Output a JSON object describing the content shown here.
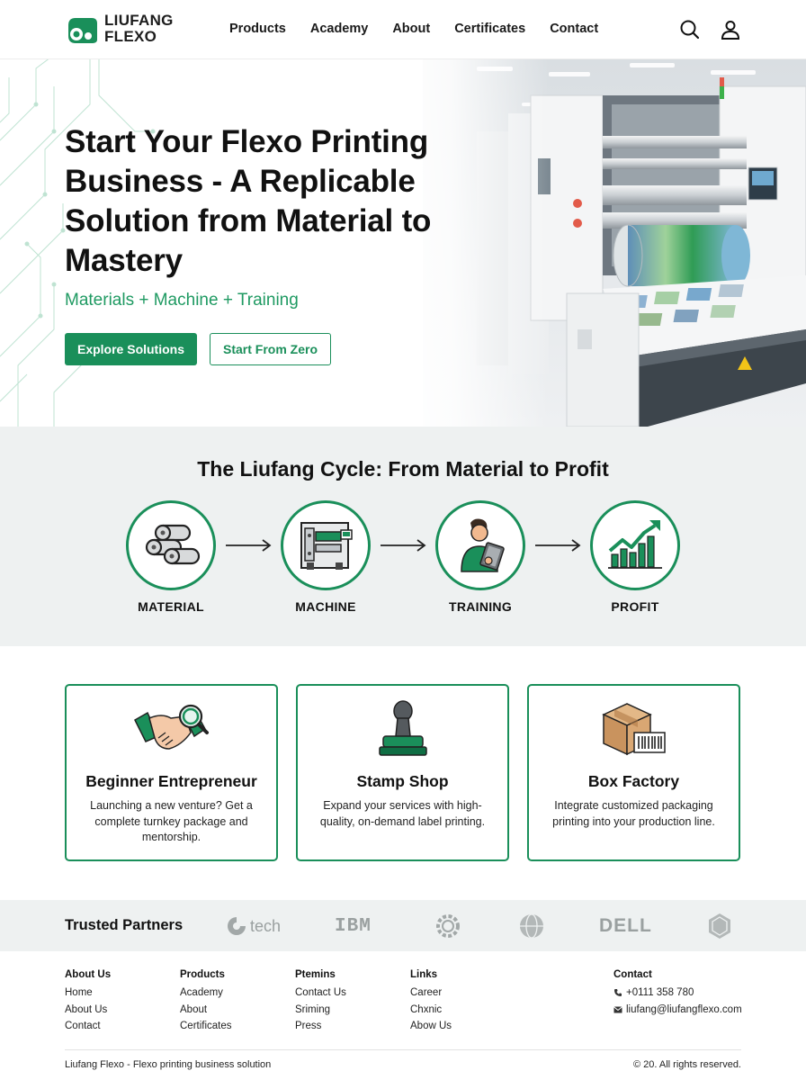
{
  "header": {
    "logo_line1": "LIUFANG",
    "logo_line2": "FLEXO",
    "nav": [
      "Products",
      "Academy",
      "About",
      "Certificates",
      "Contact"
    ],
    "icons": [
      "search-icon",
      "user-icon"
    ]
  },
  "hero": {
    "title": "Start Your Flexo Printing Business - A Replicable Solution from Material to Mastery",
    "subtitle": "Materials + Machine + Training",
    "primary_button": "Explore Solutions",
    "secondary_button": "Start From Zero"
  },
  "cycle": {
    "title": "The Liufang Cycle: From Material to Profit",
    "steps": [
      {
        "label": "MATERIAL",
        "icon": "material-rolls-icon"
      },
      {
        "label": "MACHINE",
        "icon": "machine-icon"
      },
      {
        "label": "TRAINING",
        "icon": "training-icon"
      },
      {
        "label": "PROFIT",
        "icon": "profit-chart-icon"
      }
    ]
  },
  "cards": [
    {
      "title": "Beginner Entrepreneur",
      "desc": "Launching a new venture? Get a complete turnkey package and mentorship.",
      "icon": "handshake-icon"
    },
    {
      "title": "Stamp Shop",
      "desc": "Expand your services with high-quality, on-demand label printing.",
      "icon": "stamp-icon"
    },
    {
      "title": "Box Factory",
      "desc": "Integrate customized packaging printing into your production line.",
      "icon": "box-barcode-icon"
    }
  ],
  "partners": {
    "title": "Trusted Partners",
    "logos": [
      "tech",
      "IBM",
      "DELL"
    ]
  },
  "footer": {
    "columns": [
      {
        "heading": "About Us",
        "links": [
          "Home",
          "About Us",
          "Contact"
        ]
      },
      {
        "heading": "Products",
        "links": [
          "Academy",
          "About",
          "Certificates"
        ]
      },
      {
        "heading": "Ptemins",
        "links": [
          "Contact Us",
          "Sriming",
          "Press"
        ]
      },
      {
        "heading": "Links",
        "links": [
          "Career",
          "Chxnic",
          "Abow Us"
        ]
      }
    ],
    "contact": {
      "heading": "Contact",
      "phone": "+0111 358 780",
      "email": "liufang@liufangflexo.com"
    },
    "bottom_left": "Liufang Flexo - Flexo printing business solution",
    "bottom_right": "© 20. All rights reserved."
  },
  "colors": {
    "accent": "#1a8f5a",
    "band": "#eef1f1"
  }
}
